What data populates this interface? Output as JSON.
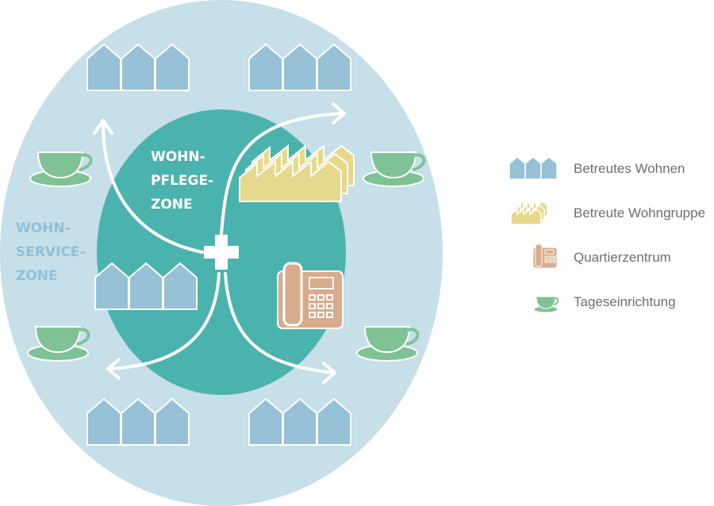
{
  "zones": {
    "inner": {
      "lines": [
        "WOHN-",
        "PFLEGE-",
        "ZONE"
      ]
    },
    "outer": {
      "lines": [
        "WOHN-",
        "SERVICE-",
        "ZONE"
      ]
    }
  },
  "legend": {
    "items": [
      {
        "icon": "houses-icon",
        "label": "Betreutes Wohnen"
      },
      {
        "icon": "group-homes-icon",
        "label": "Betreute Wohngruppe"
      },
      {
        "icon": "telephone-icon",
        "label": "Quartierzentrum"
      },
      {
        "icon": "teacup-icon",
        "label": "Tageseinrichtung"
      }
    ]
  },
  "colors": {
    "outer_zone": "#c6dfe9",
    "inner_zone": "#4bb3ad",
    "house": "#96c1d7",
    "group_home": "#e6d98c",
    "telephone": "#d7ab8b",
    "teacup": "#7fc295",
    "text_zone": "#8fc0d9",
    "text_inner": "#ffffff",
    "legend_text": "#6e6e6e"
  }
}
